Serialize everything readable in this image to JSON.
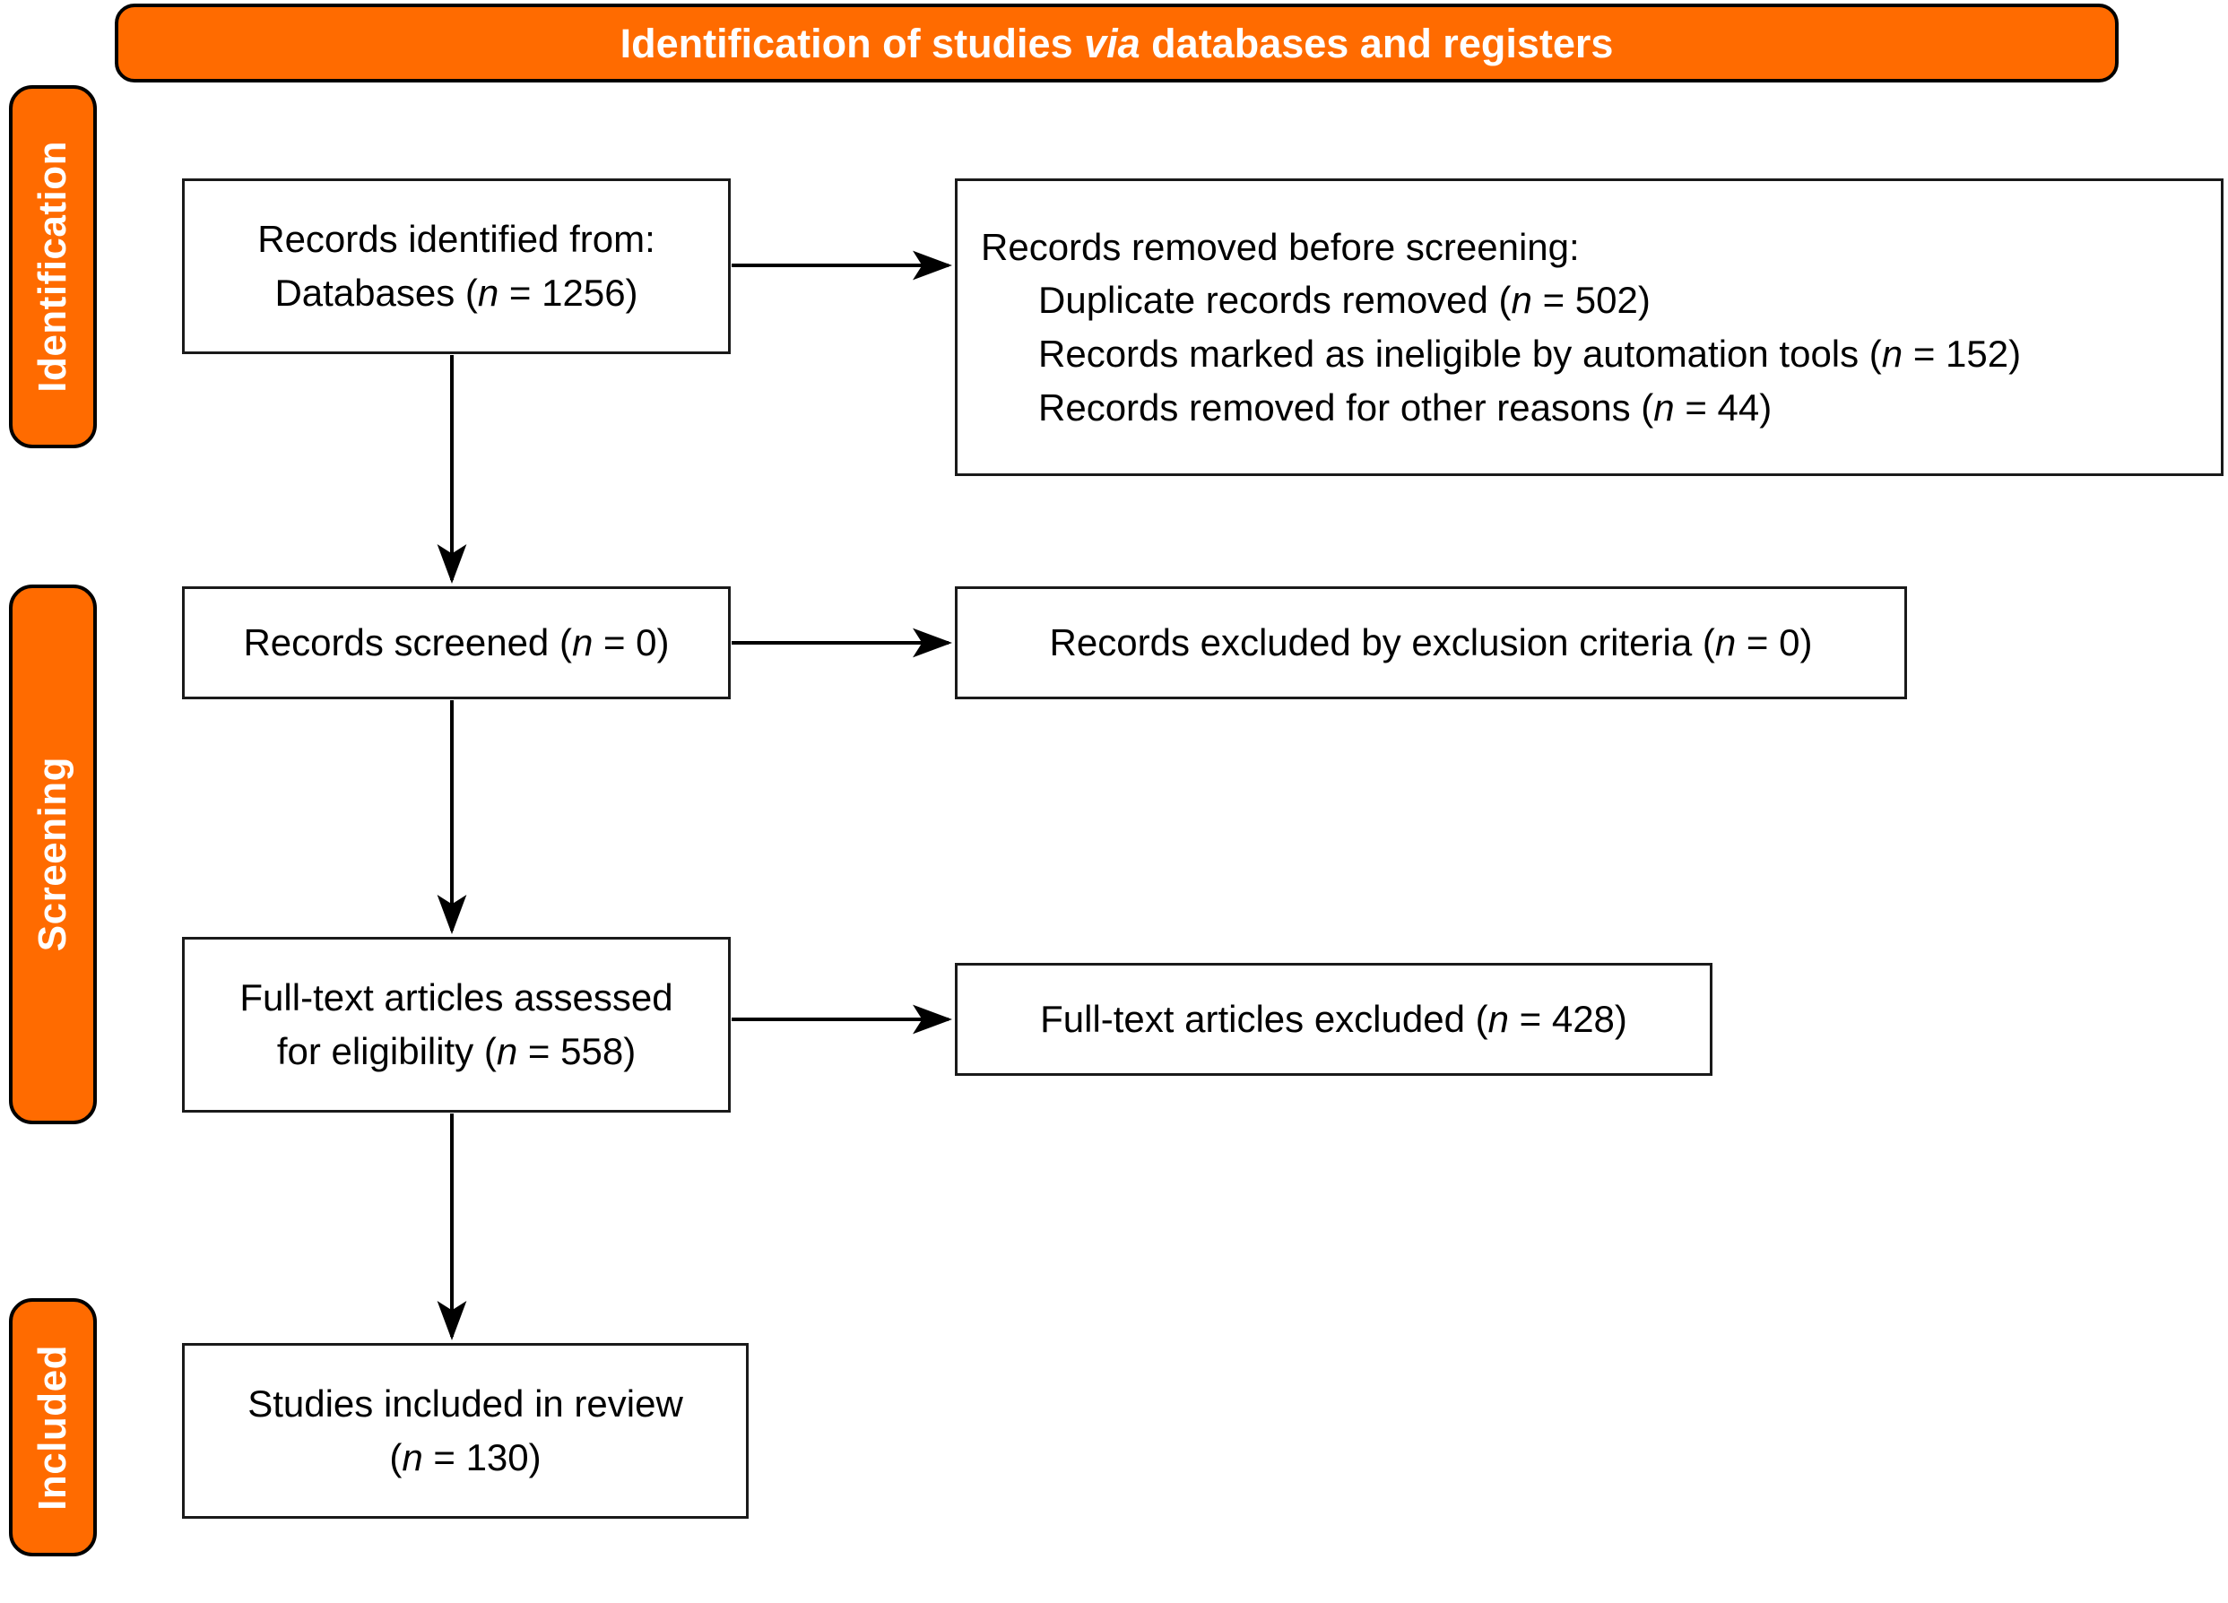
{
  "colors": {
    "accent_orange": "#FF6B00",
    "border_black": "#000000",
    "box_border": "#1a1a1a",
    "banner_text": "#FFFFFF",
    "box_text": "#000000"
  },
  "banner": {
    "title_part1": "Identification of studies ",
    "title_italic": "via",
    "title_part2": " databases and registers"
  },
  "stages": [
    {
      "label": "Identification"
    },
    {
      "label": "Screening"
    },
    {
      "label": "Included"
    }
  ],
  "boxes": {
    "records_identified": {
      "line1": "Records identified from:",
      "line2_pre": "Databases (",
      "line2_italic": "n",
      "line2_post": " = 1256)"
    },
    "records_removed": {
      "heading": "Records removed before screening:",
      "item1_pre": "Duplicate records removed (",
      "item1_italic": "n",
      "item1_post": " = 502)",
      "item2_pre": "Records marked as ineligible by automation tools (",
      "item2_italic": "n",
      "item2_post": " = 152)",
      "item3_pre": "Records removed for other reasons (",
      "item3_italic": "n",
      "item3_post": " = 44)"
    },
    "records_screened": {
      "line1_pre": "Records screened (",
      "line1_italic": "n",
      "line1_post": " = 0)"
    },
    "records_excluded": {
      "line1_pre": "Records excluded by exclusion criteria (",
      "line1_italic": "n",
      "line1_post": " = 0)"
    },
    "fulltext_assessed": {
      "line1": "Full-text articles assessed",
      "line2_pre": "for eligibility (",
      "line2_italic": "n",
      "line2_post": " = 558)"
    },
    "fulltext_excluded": {
      "line1_pre": "Full-text articles excluded (",
      "line1_italic": "n",
      "line1_post": " = 428)"
    },
    "studies_included": {
      "line1": "Studies included in review",
      "line2_pre": "(",
      "line2_italic": "n",
      "line2_post": " = 130)"
    }
  },
  "chart_data": {
    "type": "diagram",
    "title": "Identification of studies via databases and registers",
    "diagram_kind": "PRISMA flow diagram",
    "stages": [
      "Identification",
      "Screening",
      "Included"
    ],
    "nodes": [
      {
        "id": "records_identified",
        "stage": "Identification",
        "text": "Records identified from: Databases (n = 1256)",
        "n": 1256
      },
      {
        "id": "records_removed",
        "stage": "Identification",
        "text": "Records removed before screening",
        "children": [
          {
            "text": "Duplicate records removed",
            "n": 502
          },
          {
            "text": "Records marked as ineligible by automation tools",
            "n": 152
          },
          {
            "text": "Records removed for other reasons",
            "n": 44
          }
        ]
      },
      {
        "id": "records_screened",
        "stage": "Screening",
        "text": "Records screened",
        "n": 0
      },
      {
        "id": "records_excluded",
        "stage": "Screening",
        "text": "Records excluded by exclusion criteria",
        "n": 0
      },
      {
        "id": "fulltext_assessed",
        "stage": "Screening",
        "text": "Full-text articles assessed for eligibility",
        "n": 558
      },
      {
        "id": "fulltext_excluded",
        "stage": "Screening",
        "text": "Full-text articles excluded",
        "n": 428
      },
      {
        "id": "studies_included",
        "stage": "Included",
        "text": "Studies included in review",
        "n": 130
      }
    ],
    "edges": [
      {
        "from": "records_identified",
        "to": "records_removed",
        "direction": "right"
      },
      {
        "from": "records_identified",
        "to": "records_screened",
        "direction": "down"
      },
      {
        "from": "records_screened",
        "to": "records_excluded",
        "direction": "right"
      },
      {
        "from": "records_screened",
        "to": "fulltext_assessed",
        "direction": "down"
      },
      {
        "from": "fulltext_assessed",
        "to": "fulltext_excluded",
        "direction": "right"
      },
      {
        "from": "fulltext_assessed",
        "to": "studies_included",
        "direction": "down"
      }
    ]
  }
}
